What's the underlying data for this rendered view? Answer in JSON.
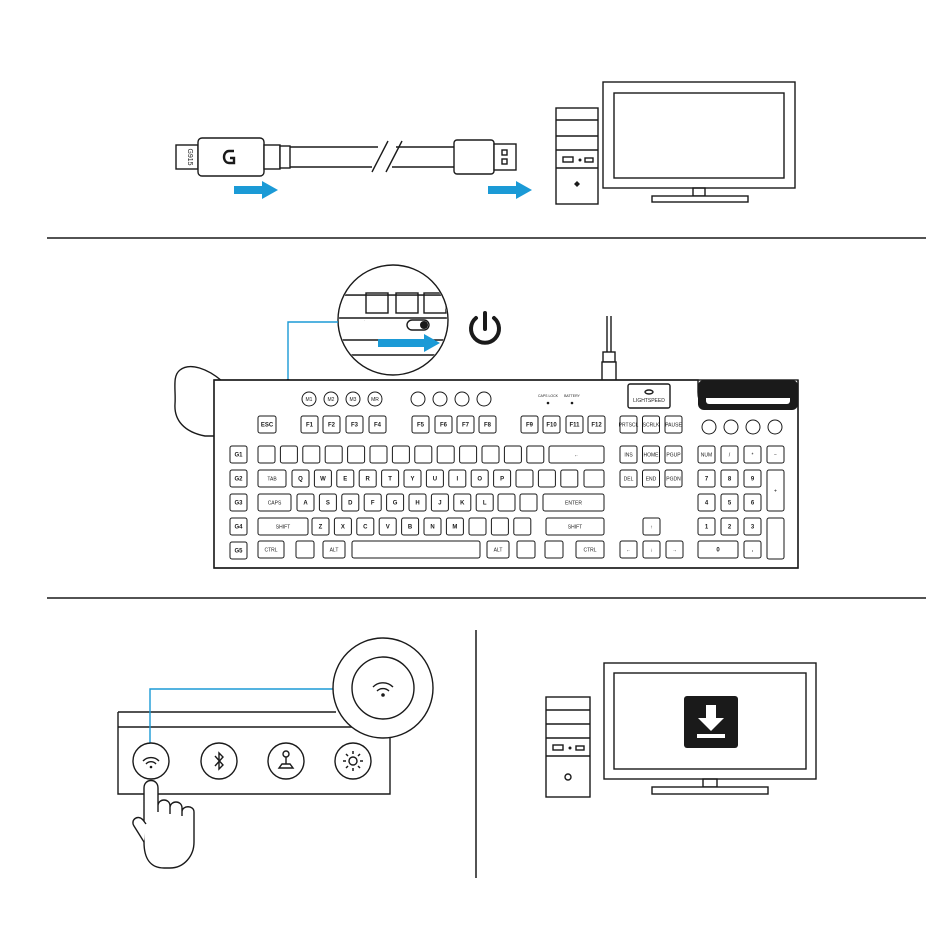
{
  "colors": {
    "ink": "#1a1a1a",
    "accent": "#1b9ad6",
    "background": "#ffffff"
  },
  "panel1": {
    "receiver_label": "G915",
    "receiver_logo": "logitech-g-icon",
    "computer_icons": [
      "computer-tower-icon",
      "monitor-icon"
    ]
  },
  "panel2": {
    "icons": [
      "power-icon",
      "hand-pointing-icon",
      "slide-switch-icon"
    ],
    "keyboard": {
      "g_keys": [
        "G1",
        "G2",
        "G3",
        "G4",
        "G5"
      ],
      "macro_keys": [
        "M1",
        "M2",
        "M3",
        "MR"
      ],
      "indicators": [
        "CAPS LOCK",
        "BATTERY"
      ],
      "brand": "LIGHTSPEED",
      "fn_row": [
        "ESC",
        "F1",
        "F2",
        "F3",
        "F4",
        "F5",
        "F6",
        "F7",
        "F8",
        "F9",
        "F10",
        "F11",
        "F12"
      ],
      "nav_top": [
        "PRTSCL",
        "SCRLK",
        "PAUSE"
      ],
      "nav_mid": [
        "INS",
        "HOME",
        "PGUP",
        "DEL",
        "END",
        "PGDN"
      ],
      "letters_row2": [
        "Q",
        "W",
        "E",
        "R",
        "T",
        "Y",
        "U",
        "I",
        "O",
        "P"
      ],
      "letters_row3": [
        "A",
        "S",
        "D",
        "F",
        "G",
        "H",
        "J",
        "K",
        "L"
      ],
      "letters_row4": [
        "Z",
        "X",
        "C",
        "V",
        "B",
        "N",
        "M"
      ],
      "mods": [
        "TAB",
        "CAPS",
        "SHIFT",
        "CTRL",
        "ALT",
        "ENTER"
      ],
      "numpad": [
        "NUM",
        "/",
        "*",
        "−",
        "7",
        "8",
        "9",
        "+",
        "4",
        "5",
        "6",
        "1",
        "2",
        "3",
        "0",
        "."
      ]
    }
  },
  "panel3": {
    "icons": [
      "wifi-icon",
      "bluetooth-icon",
      "game-mode-joystick-icon",
      "brightness-icon",
      "hand-pressing-icon",
      "download-icon"
    ]
  }
}
